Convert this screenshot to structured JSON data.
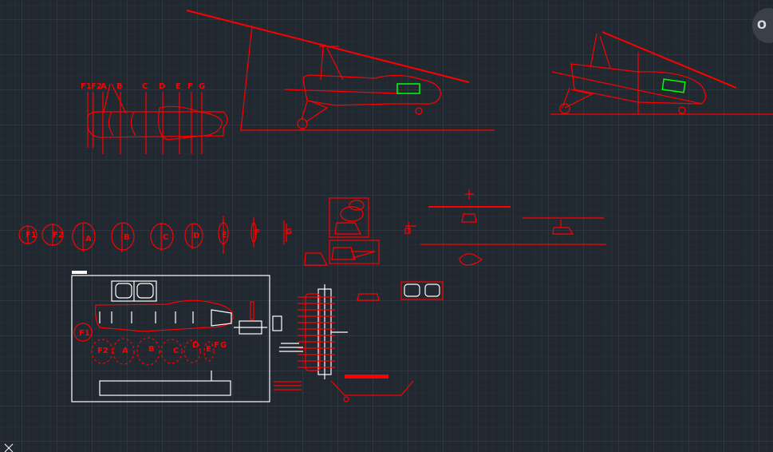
{
  "app": {
    "view_cube_label": "O"
  },
  "colors": {
    "background": "#212830",
    "geometry": "#ff0000",
    "annotation": "#ffffff",
    "highlight": "#00ff00"
  },
  "top_view": {
    "station_labels": [
      "F1",
      "F2",
      "A",
      "B",
      "C",
      "D",
      "E",
      "F",
      "G"
    ]
  },
  "sections_row": {
    "labels": [
      "F1",
      "F2",
      "A",
      "B",
      "C",
      "D",
      "E",
      "F",
      "G"
    ]
  },
  "detail_sheet": {
    "section_labels": [
      "F1",
      "F2",
      "A",
      "B",
      "C",
      "D",
      "E",
      "F",
      "G"
    ]
  },
  "ucs_icon": "ucs-cross-icon"
}
